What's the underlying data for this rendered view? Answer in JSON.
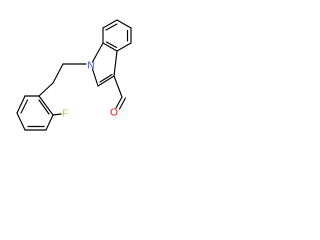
{
  "molecule": {
    "atom_labels": {
      "nitrogen": "N",
      "fluorine": "F",
      "oxygen": "O"
    },
    "colors": {
      "nitrogen": "#3050F8",
      "fluorine": "#90E050",
      "oxygen": "#FF0D0D",
      "bond": "#000000"
    }
  }
}
